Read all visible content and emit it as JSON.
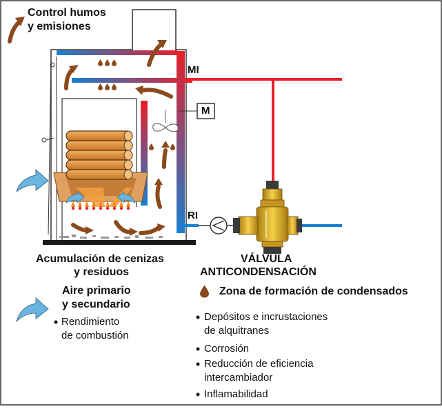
{
  "top_label": {
    "line1": "Control humos",
    "line2": "y emisiones"
  },
  "markers": {
    "mi": "MI",
    "m": "M",
    "ri": "RI"
  },
  "ash_label": {
    "line1": "Acumulación de cenizas",
    "line2": "y residuos"
  },
  "valve_label": {
    "line1": "VÁLVULA",
    "line2": "ANTICONDENSACIÓN"
  },
  "legend_air": {
    "line1": "Aire primario",
    "line2": "y secundario"
  },
  "legend_condensate": "Zona de formación de condensados",
  "combustion": {
    "line1": "Rendimiento",
    "line2": "de combustión"
  },
  "effects": [
    {
      "line1": "Depósitos e incrustaciones",
      "line2": "de alquitranes"
    },
    {
      "line1": "Corrosión",
      "line2": ""
    },
    {
      "line1": "Reducción de eficiencia",
      "line2": "intercambiador"
    },
    {
      "line1": "Inflamabilidad",
      "line2": ""
    }
  ],
  "colors": {
    "hot_pipe": "#e8202a",
    "cold_pipe": "#1a7fd0",
    "condensate": "#8a4a1c",
    "air_arrow": "#6ab4e0",
    "flame": "#f28a1a",
    "wood": "#d6893a",
    "valve": "#e8b826"
  }
}
